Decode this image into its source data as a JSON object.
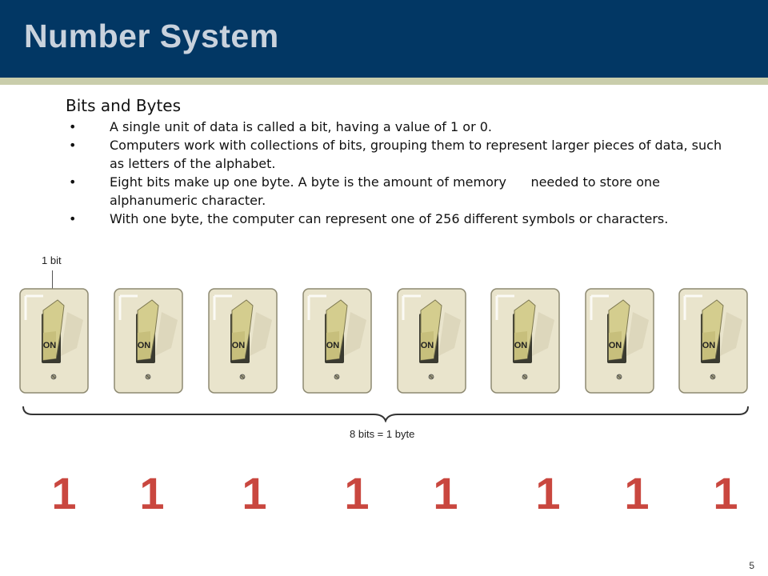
{
  "slide": {
    "title": "Number System",
    "page_number": "5"
  },
  "content": {
    "heading": "Bits and Bytes",
    "bullets": [
      "A single unit of data is called a bit, having a value of 1 or 0.",
      "Computers work with collections of bits, grouping them to represent larger pieces of data, such as letters of the alphabet.",
      "Eight bits make up one byte. A byte is the amount of memory      needed to store one alphanumeric character.",
      "With one byte, the computer can represent one of 256 different symbols or characters."
    ],
    "bullet_glyph": "•"
  },
  "figure": {
    "bit_label": "1 bit",
    "byte_label": "8 bits = 1 byte",
    "switch_label": "ON",
    "switches": [
      "ON",
      "ON",
      "ON",
      "ON",
      "ON",
      "ON",
      "ON",
      "ON"
    ],
    "digits": [
      "1",
      "1",
      "1",
      "1",
      "1",
      "1",
      "1",
      "1"
    ]
  },
  "colors": {
    "header_bg": "#023764",
    "header_stripe": "#c9cdab",
    "title_text": "#c9d2dd",
    "digit_color": "#c9473f",
    "switch_plate": "#e9e4cc",
    "switch_toggle": "#d4cd8e"
  }
}
